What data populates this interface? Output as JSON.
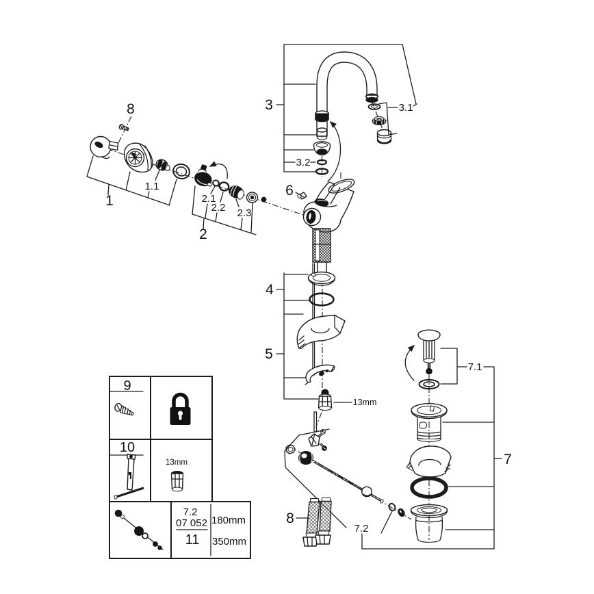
{
  "palette": {
    "ink": "#1c1c1c",
    "background": "#ffffff"
  },
  "callouts": {
    "handle_screw": "8",
    "handle_group": "1",
    "handle_sub": "1.1",
    "cartridge_group": "2",
    "cartridge_sub1": "2.1",
    "cartridge_sub2": "2.2",
    "cartridge_sub3": "2.3",
    "spout_group": "3",
    "aerator_sub": "3.1",
    "spout_seal_sub": "3.2",
    "ring_group": "4",
    "mounting_group": "5",
    "mounting_nut_size": "13mm",
    "body_group": "6",
    "drain_group": "7",
    "plug_sub": "7.1",
    "rod_sub": "7.2",
    "hose_group": "8"
  },
  "legend_table": {
    "row_9": {
      "num": "9",
      "icon": "padlock-icon"
    },
    "row_10": {
      "num": "10",
      "icon": "socket-key-tool-icon",
      "socket_size": "13mm",
      "socket_icon": "socket-13mm-icon"
    },
    "row_11": {
      "ref_group": "7.2",
      "ref_code": "07 052",
      "num": "11",
      "length_short": "180mm",
      "length_long": "350mm",
      "icon": "pop-up-rod-icon"
    }
  }
}
